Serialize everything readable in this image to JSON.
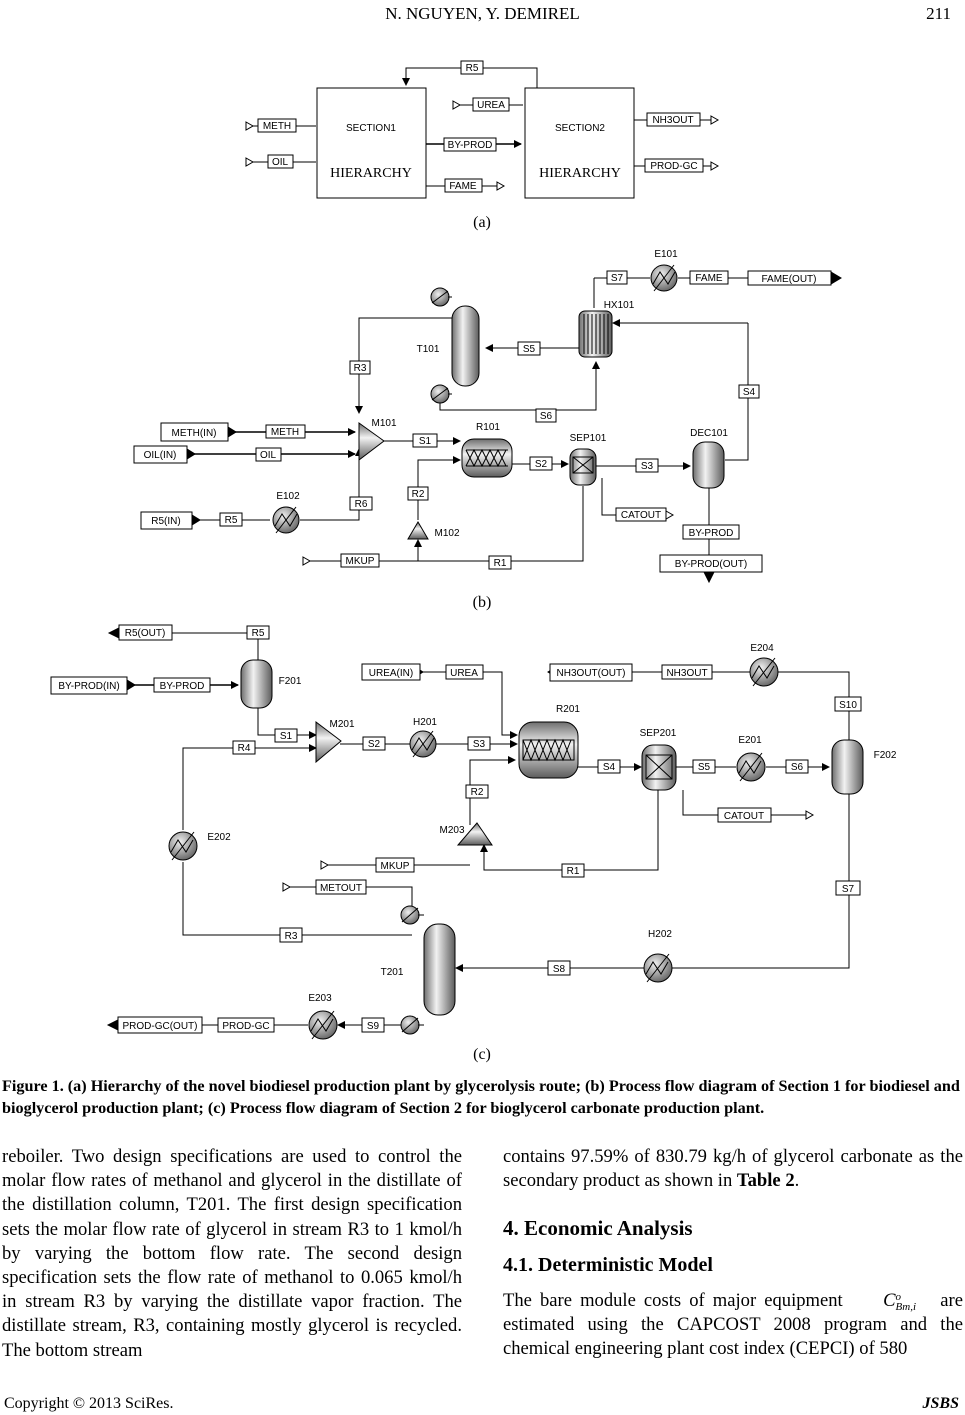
{
  "header": {
    "authors": "N. NGUYEN, Y. DEMIREL",
    "page": "211"
  },
  "panels": {
    "a": {
      "label": "(a)",
      "blocks": {
        "section1": "SECTION1",
        "section2": "SECTION2",
        "hierarchy": "HIERARCHY"
      },
      "streams": {
        "r5": "R5",
        "urea": "UREA",
        "meth": "METH",
        "oil": "OIL",
        "byprod": "BY-PROD",
        "fame": "FAME",
        "nh3out": "NH3OUT",
        "prodgc": "PROD-GC"
      }
    },
    "b": {
      "label": "(b)",
      "units": {
        "e101": "E101",
        "hx101": "HX101",
        "t101": "T101",
        "m101": "M101",
        "r101": "R101",
        "sep101": "SEP101",
        "dec101": "DEC101",
        "e102": "E102",
        "m102": "M102"
      },
      "streams": {
        "s7": "S7",
        "fame": "FAME",
        "fameout": "FAME(OUT)",
        "r3": "R3",
        "s5": "S5",
        "s6": "S6",
        "s4": "S4",
        "methin": "METH(IN)",
        "meth": "METH",
        "oilin": "OIL(IN)",
        "oil": "OIL",
        "s1": "S1",
        "s2": "S2",
        "s3": "S3",
        "r2": "R2",
        "catout": "CATOUT",
        "r6": "R6",
        "r5in": "R5(IN)",
        "r5": "R5",
        "byprod": "BY-PROD",
        "mkup": "MKUP",
        "r1": "R1",
        "byprodout": "BY-PROD(OUT)"
      }
    },
    "c": {
      "label": "(c)",
      "units": {
        "f201": "F201",
        "m201": "M201",
        "h201": "H201",
        "r201": "R201",
        "sep201": "SEP201",
        "e201": "E201",
        "f202": "F202",
        "e204": "E204",
        "e202": "E202",
        "m203": "M203",
        "t201": "T201",
        "h202": "H202",
        "e203": "E203"
      },
      "streams": {
        "r5out": "R5(OUT)",
        "r5": "R5",
        "byprodin": "BY-PROD(IN)",
        "byprod": "BY-PROD",
        "ureain": "UREA(IN)",
        "urea": "UREA",
        "nh3outout": "NH3OUT(OUT)",
        "nh3out": "NH3OUT",
        "s10": "S10",
        "s1": "S1",
        "r4": "R4",
        "s2": "S2",
        "s3": "S3",
        "s4": "S4",
        "s5": "S5",
        "s6": "S6",
        "r2": "R2",
        "catout": "CATOUT",
        "mkup": "MKUP",
        "r1": "R1",
        "metout": "METOUT",
        "s7": "S7",
        "r3": "R3",
        "s8": "S8",
        "s9": "S9",
        "prodgcout": "PROD-GC(OUT)",
        "prodgc": "PROD-GC"
      }
    }
  },
  "caption": "Figure 1. (a) Hierarchy of the novel biodiesel production plant by glycerolysis route; (b) Process flow diagram of Section 1 for biodiesel and bioglycerol production plant; (c) Process flow diagram of Section 2 for bioglycerol carbonate production plant.",
  "left_paragraph": "reboiler. Two design specifications are used to control the molar flow rates of methanol and glycerol in the distillate of the distillation column, T201. The first design specification sets the molar flow rate of glycerol in stream R3 to 1 kmol/h by varying the bottom flow rate. The second design specification sets the flow rate of methanol to 0.065 kmol/h in stream R3 by varying the distillate vapor fraction. The distillate stream, R3, containing mostly glycerol is recycled. The bottom stream",
  "right_paragraph_1_a": "contains 97.59% of 830.79 kg/h of glycerol carbonate as the secondary product as shown in ",
  "right_paragraph_1_ref": "Table 2",
  "right_paragraph_1_end": ".",
  "section_heading": "4. Economic Analysis",
  "subsection_heading": "4.1. Deterministic Model",
  "right_paragraph_2_a": "The bare module costs of major equipment",
  "right_paragraph_2_sym": "C",
  "right_paragraph_2_sup": "o",
  "right_paragraph_2_sub": "Bm,i",
  "right_paragraph_2_b": "are estimated using the CAPCOST 2008 program and the chemical engineering plant cost index (CEPCI) of 580",
  "footer": {
    "copyright": "Copyright © 2013 SciRes.",
    "journal": "JSBS"
  }
}
